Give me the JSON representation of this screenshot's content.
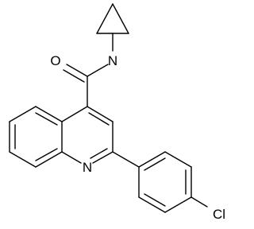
{
  "molecule": {
    "atoms": {
      "oxygen": "O",
      "amide_nitrogen": "N",
      "ring_nitrogen": "N",
      "chlorine": "Cl"
    },
    "colors": {
      "bond": "#000000",
      "label": "#000000",
      "background": "#ffffff"
    }
  }
}
